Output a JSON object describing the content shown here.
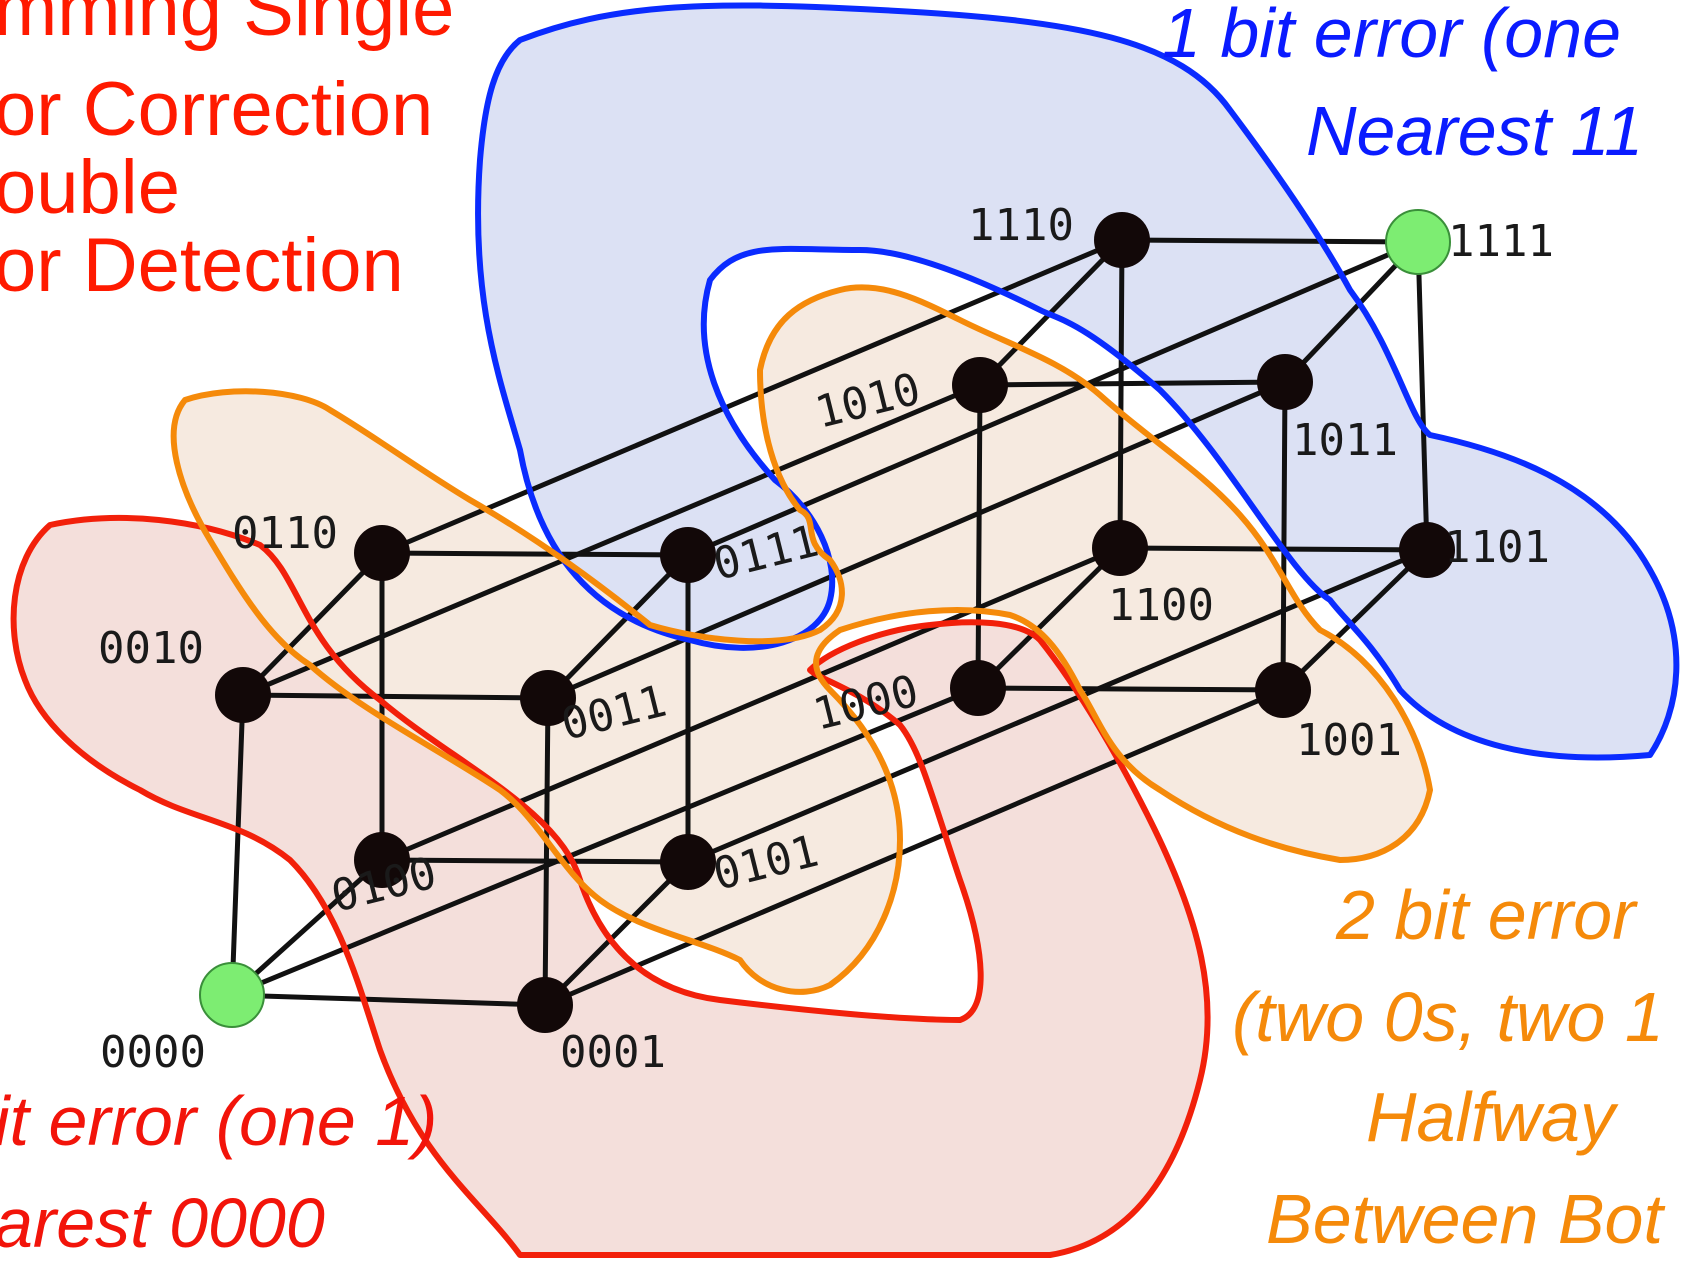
{
  "title_lines": [
    "mming Single",
    "or Correction",
    "ouble",
    "or Detection"
  ],
  "captions": {
    "blue": [
      "1 bit error (one",
      "Nearest 11"
    ],
    "orange": [
      "2 bit error",
      "(two 0s, two 1",
      "Halfway",
      "Between Bot"
    ],
    "red": [
      "it error (one 1)",
      "arest 0000"
    ]
  },
  "vertices": [
    {
      "id": "0000",
      "label": "0000",
      "codeword": true
    },
    {
      "id": "0001",
      "label": "0001"
    },
    {
      "id": "0010",
      "label": "0010"
    },
    {
      "id": "0011",
      "label": "0011"
    },
    {
      "id": "0100",
      "label": "0100"
    },
    {
      "id": "0101",
      "label": "0101"
    },
    {
      "id": "0110",
      "label": "0110"
    },
    {
      "id": "0111",
      "label": "0111"
    },
    {
      "id": "1000",
      "label": "1000"
    },
    {
      "id": "1001",
      "label": "1001"
    },
    {
      "id": "1010",
      "label": "1010"
    },
    {
      "id": "1011",
      "label": "1011"
    },
    {
      "id": "1100",
      "label": "1100"
    },
    {
      "id": "1101",
      "label": "1101"
    },
    {
      "id": "1110",
      "label": "1110"
    },
    {
      "id": "1111",
      "label": "1111",
      "codeword": true
    }
  ],
  "colors": {
    "blue_outline": "#0a2bff",
    "blue_fill": "#dadff3",
    "orange_outline": "#f58a0a",
    "orange_fill": "#f5e9de",
    "red_outline": "#f2200a",
    "red_fill": "#f3ddd9",
    "codeword_fill": "#7ded72",
    "node_fill": "#120808"
  }
}
